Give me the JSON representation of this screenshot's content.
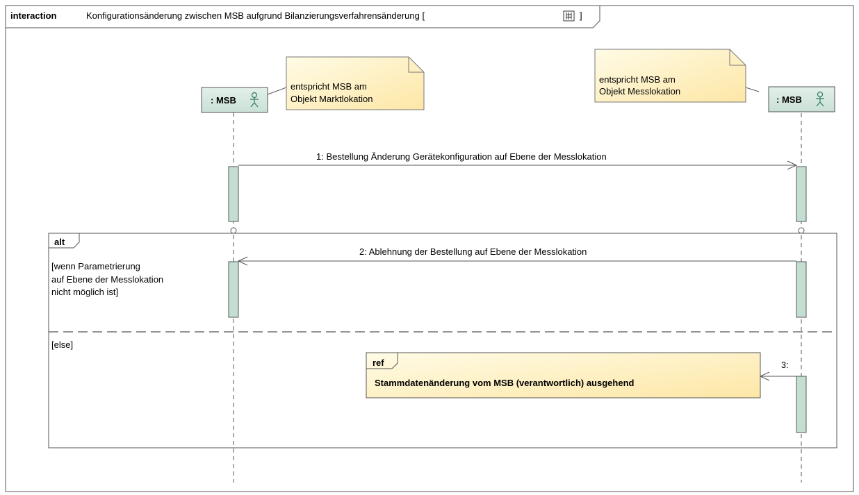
{
  "frame": {
    "keyword": "interaction",
    "title": "Konfigurationsänderung zwischen MSB aufgrund Bilanzierungsverfahrensänderung [",
    "title_end": "]",
    "icon": "diagram-icon"
  },
  "lifelines": [
    {
      "label": ": MSB",
      "icon": "actor-icon"
    },
    {
      "label": ": MSB",
      "icon": "actor-icon"
    }
  ],
  "notes": [
    {
      "line1": "entspricht MSB am",
      "line2": "Objekt Marktlokation"
    },
    {
      "line1": "entspricht MSB am",
      "line2": "Objekt Messlokation"
    }
  ],
  "messages": [
    {
      "label": "1: Bestellung Änderung Gerätekonfiguration auf Ebene der Messlokation"
    },
    {
      "label": "2: Ablehnung der Bestellung auf Ebene der Messlokation"
    },
    {
      "label": "3:"
    }
  ],
  "alt_fragment": {
    "keyword": "alt",
    "guard1_line1": "[wenn Parametrierung",
    "guard1_line2": "auf Ebene der Messlokation",
    "guard1_line3": "nicht möglich ist]",
    "guard2": "[else]"
  },
  "ref_fragment": {
    "keyword": "ref",
    "text": "Stammdatenänderung vom MSB (verantwortlich) ausgehend"
  },
  "colors": {
    "lifeline_head_fill": "#d5e8e1",
    "activation_fill": "#c4dfd2",
    "note_fill": "#fffbd9",
    "note_fill_edge": "#fde9b0",
    "actor_stroke": "#2f7a5e",
    "line": "#555555"
  }
}
